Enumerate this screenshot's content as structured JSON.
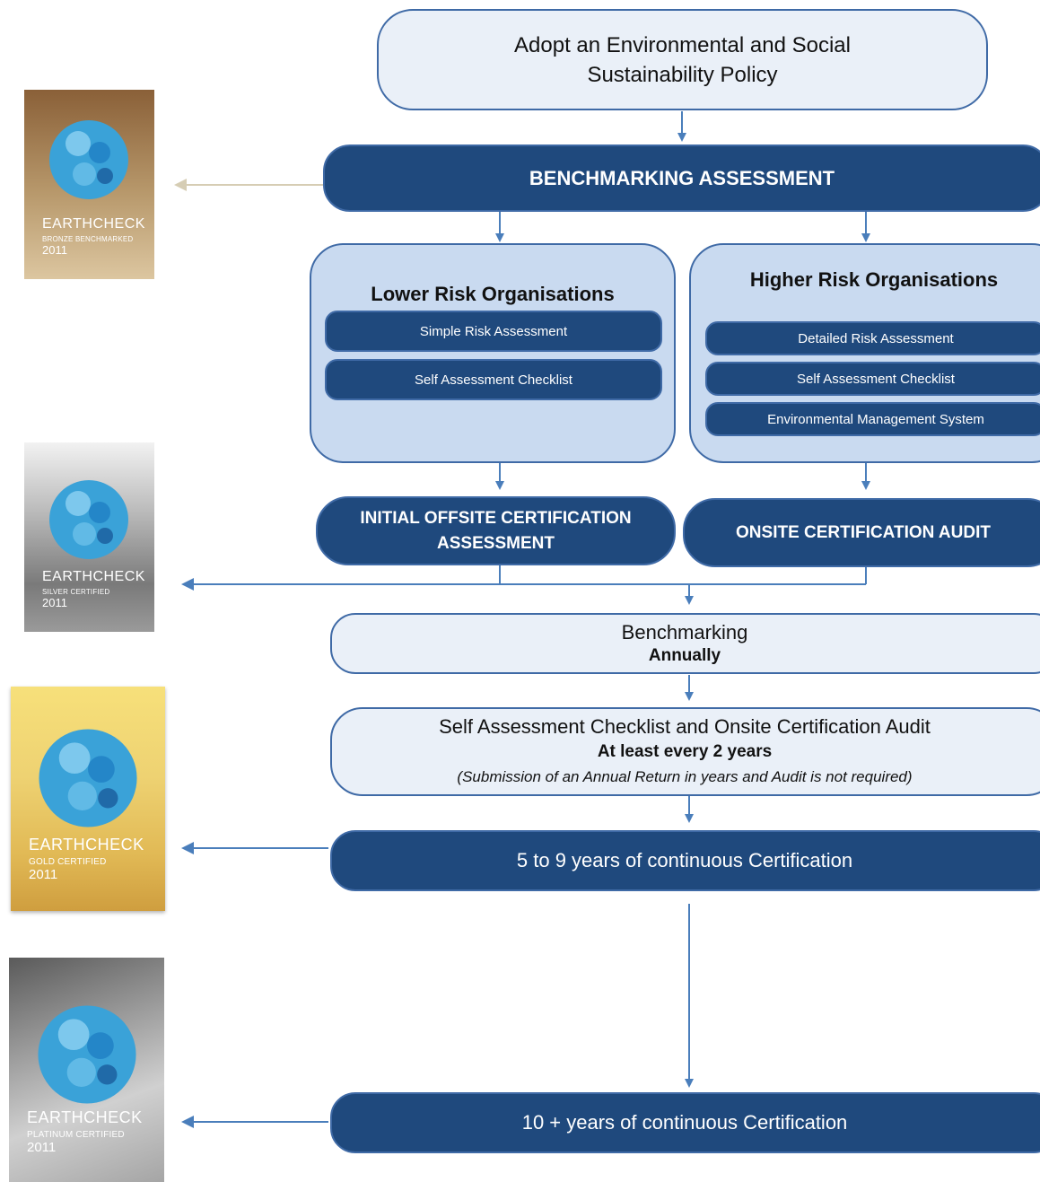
{
  "policy": {
    "line1": "Adopt an Environmental and Social",
    "line2": "Sustainability Policy"
  },
  "benchmarking_assessment": "BENCHMARKING ASSESSMENT",
  "lower": {
    "title": "Lower Risk Organisations",
    "items": [
      "Simple Risk Assessment",
      "Self Assessment Checklist"
    ]
  },
  "higher": {
    "title": "Higher Risk Organisations",
    "items": [
      "Detailed Risk Assessment",
      "Self Assessment Checklist",
      "Environmental Management System"
    ]
  },
  "offsite": {
    "line1": "INITIAL OFFSITE CERTIFICATION",
    "line2": "ASSESSMENT"
  },
  "onsite": "ONSITE CERTIFICATION AUDIT",
  "benchmarking": {
    "title": "Benchmarking",
    "freq": "Annually"
  },
  "self_audit": {
    "title": "Self Assessment Checklist and Onsite Certification Audit",
    "freq": "At least every 2 years",
    "note": "(Submission of an Annual Return in years and Audit is not required)"
  },
  "five_to_nine": "5 to 9 years of continuous Certification",
  "ten_plus": "10 + years of continuous Certification",
  "badges": [
    {
      "brand": "EARTHCHECK",
      "sub": "BRONZE BENCHMARKED",
      "year": "2011",
      "color": "#a98660"
    },
    {
      "brand": "EARTHCHECK",
      "sub": "SILVER CERTIFIED",
      "year": "2011",
      "color": "#8a8a8a"
    },
    {
      "brand": "EARTHCHECK",
      "sub": "GOLD CERTIFIED",
      "year": "2011",
      "color": "#e2c058"
    },
    {
      "brand": "EARTHCHECK",
      "sub": "PLATINUM CERTIFIED",
      "year": "2011",
      "color": "#777777"
    }
  ],
  "colors": {
    "dark_box": "#1f497d",
    "light_box": "#eaf0f8",
    "panel": "#c9daf0",
    "arrow": "#4a7ebb",
    "bronze_arrow": "#d6cdb4"
  }
}
